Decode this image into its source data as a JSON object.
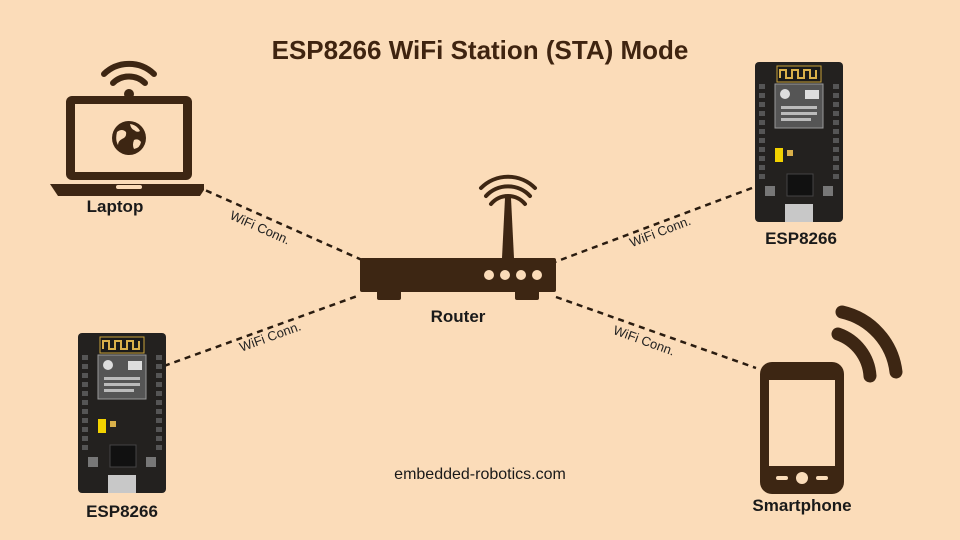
{
  "title": "ESP8266 WiFi Station (STA) Mode",
  "footer": "embedded-robotics.com",
  "nodes": {
    "laptop": "Laptop",
    "router": "Router",
    "esp_top": "ESP8266",
    "esp_bottom": "ESP8266",
    "smartphone": "Smartphone"
  },
  "connections": [
    {
      "from": "laptop",
      "to": "router",
      "label": "WiFi Conn."
    },
    {
      "from": "esp_top",
      "to": "router",
      "label": "WiFi Conn."
    },
    {
      "from": "esp_bottom",
      "to": "router",
      "label": "WiFi Conn."
    },
    {
      "from": "smartphone",
      "to": "router",
      "label": "WiFi Conn."
    }
  ],
  "colors": {
    "background": "#fbdcb9",
    "title": "#3f2410",
    "icon": "#3d2613",
    "board": "#23211f"
  }
}
